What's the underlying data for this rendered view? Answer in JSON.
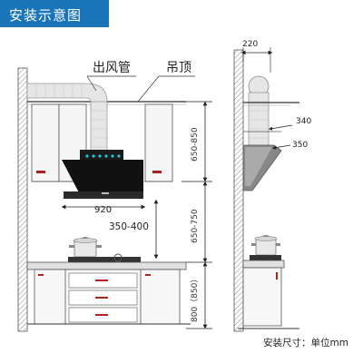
{
  "header": {
    "title": "安装示意图"
  },
  "labels": {
    "duct": "出风管",
    "ceiling": "吊顶",
    "hood_width": "920",
    "install_height": "350-400",
    "dim_upper": "650-850",
    "dim_middle": "650-750",
    "dim_lower": "800（850）",
    "side_duct_width": "220",
    "side_cabinet_depth": "340",
    "side_hood_depth": "350",
    "unit_note": "安装尺寸：单位mm"
  },
  "colors": {
    "accent": "#1a75b8",
    "hood_body": "#111111",
    "hood_panel": "#1ec8d8",
    "duct": "#e6e6e6"
  }
}
